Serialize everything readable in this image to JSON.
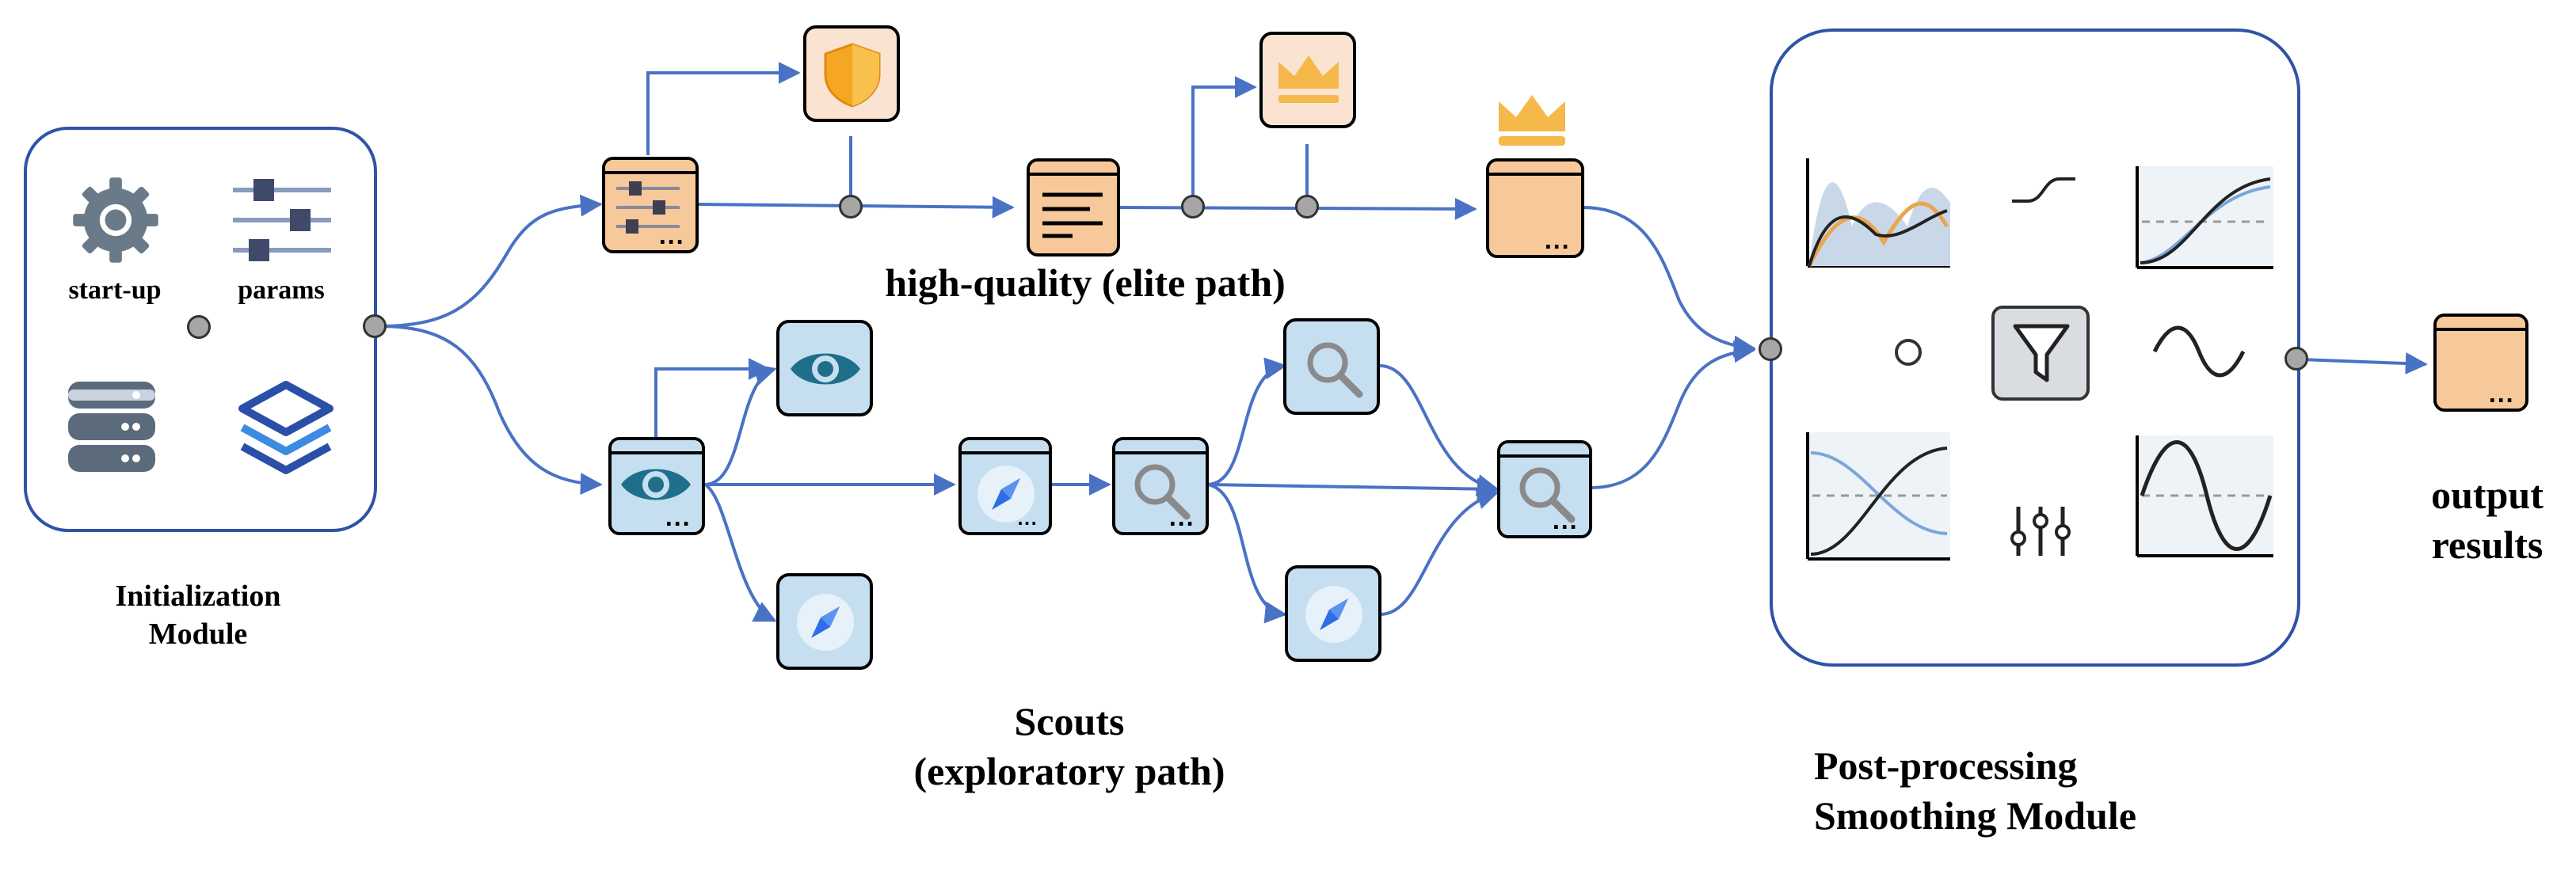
{
  "labels": {
    "init_module": "Initialization\nModule",
    "startup": "start-up",
    "params": "params",
    "elite_path": "high-quality (elite path)",
    "scouts": "Scouts\n(exploratory path)",
    "post_processing": "Post-processing\nSmoothing Module",
    "output": "output\nresults",
    "box_dots": "..."
  },
  "colors": {
    "edge_blue": "#4a72c4",
    "module_border": "#2f54a5",
    "orange_fill": "#f7c99a",
    "blue_fill": "#c5dff0",
    "shield_fill": "#f5a623",
    "crown_fill": "#f5b84a",
    "gray_arrow": "#b8b8b8"
  },
  "icons": {
    "init": [
      "gear-icon",
      "sliders-icon",
      "database-icon",
      "layers-icon"
    ],
    "elite": [
      "shield-icon",
      "crown-icon",
      "crown-icon",
      "document-icon"
    ],
    "scouts": [
      "eye-icon",
      "compass-icon",
      "magnifier-icon"
    ],
    "post": [
      "filter-funnel-icon",
      "sine-wave-icon",
      "s-curve-icon",
      "equalizer-icon"
    ]
  }
}
